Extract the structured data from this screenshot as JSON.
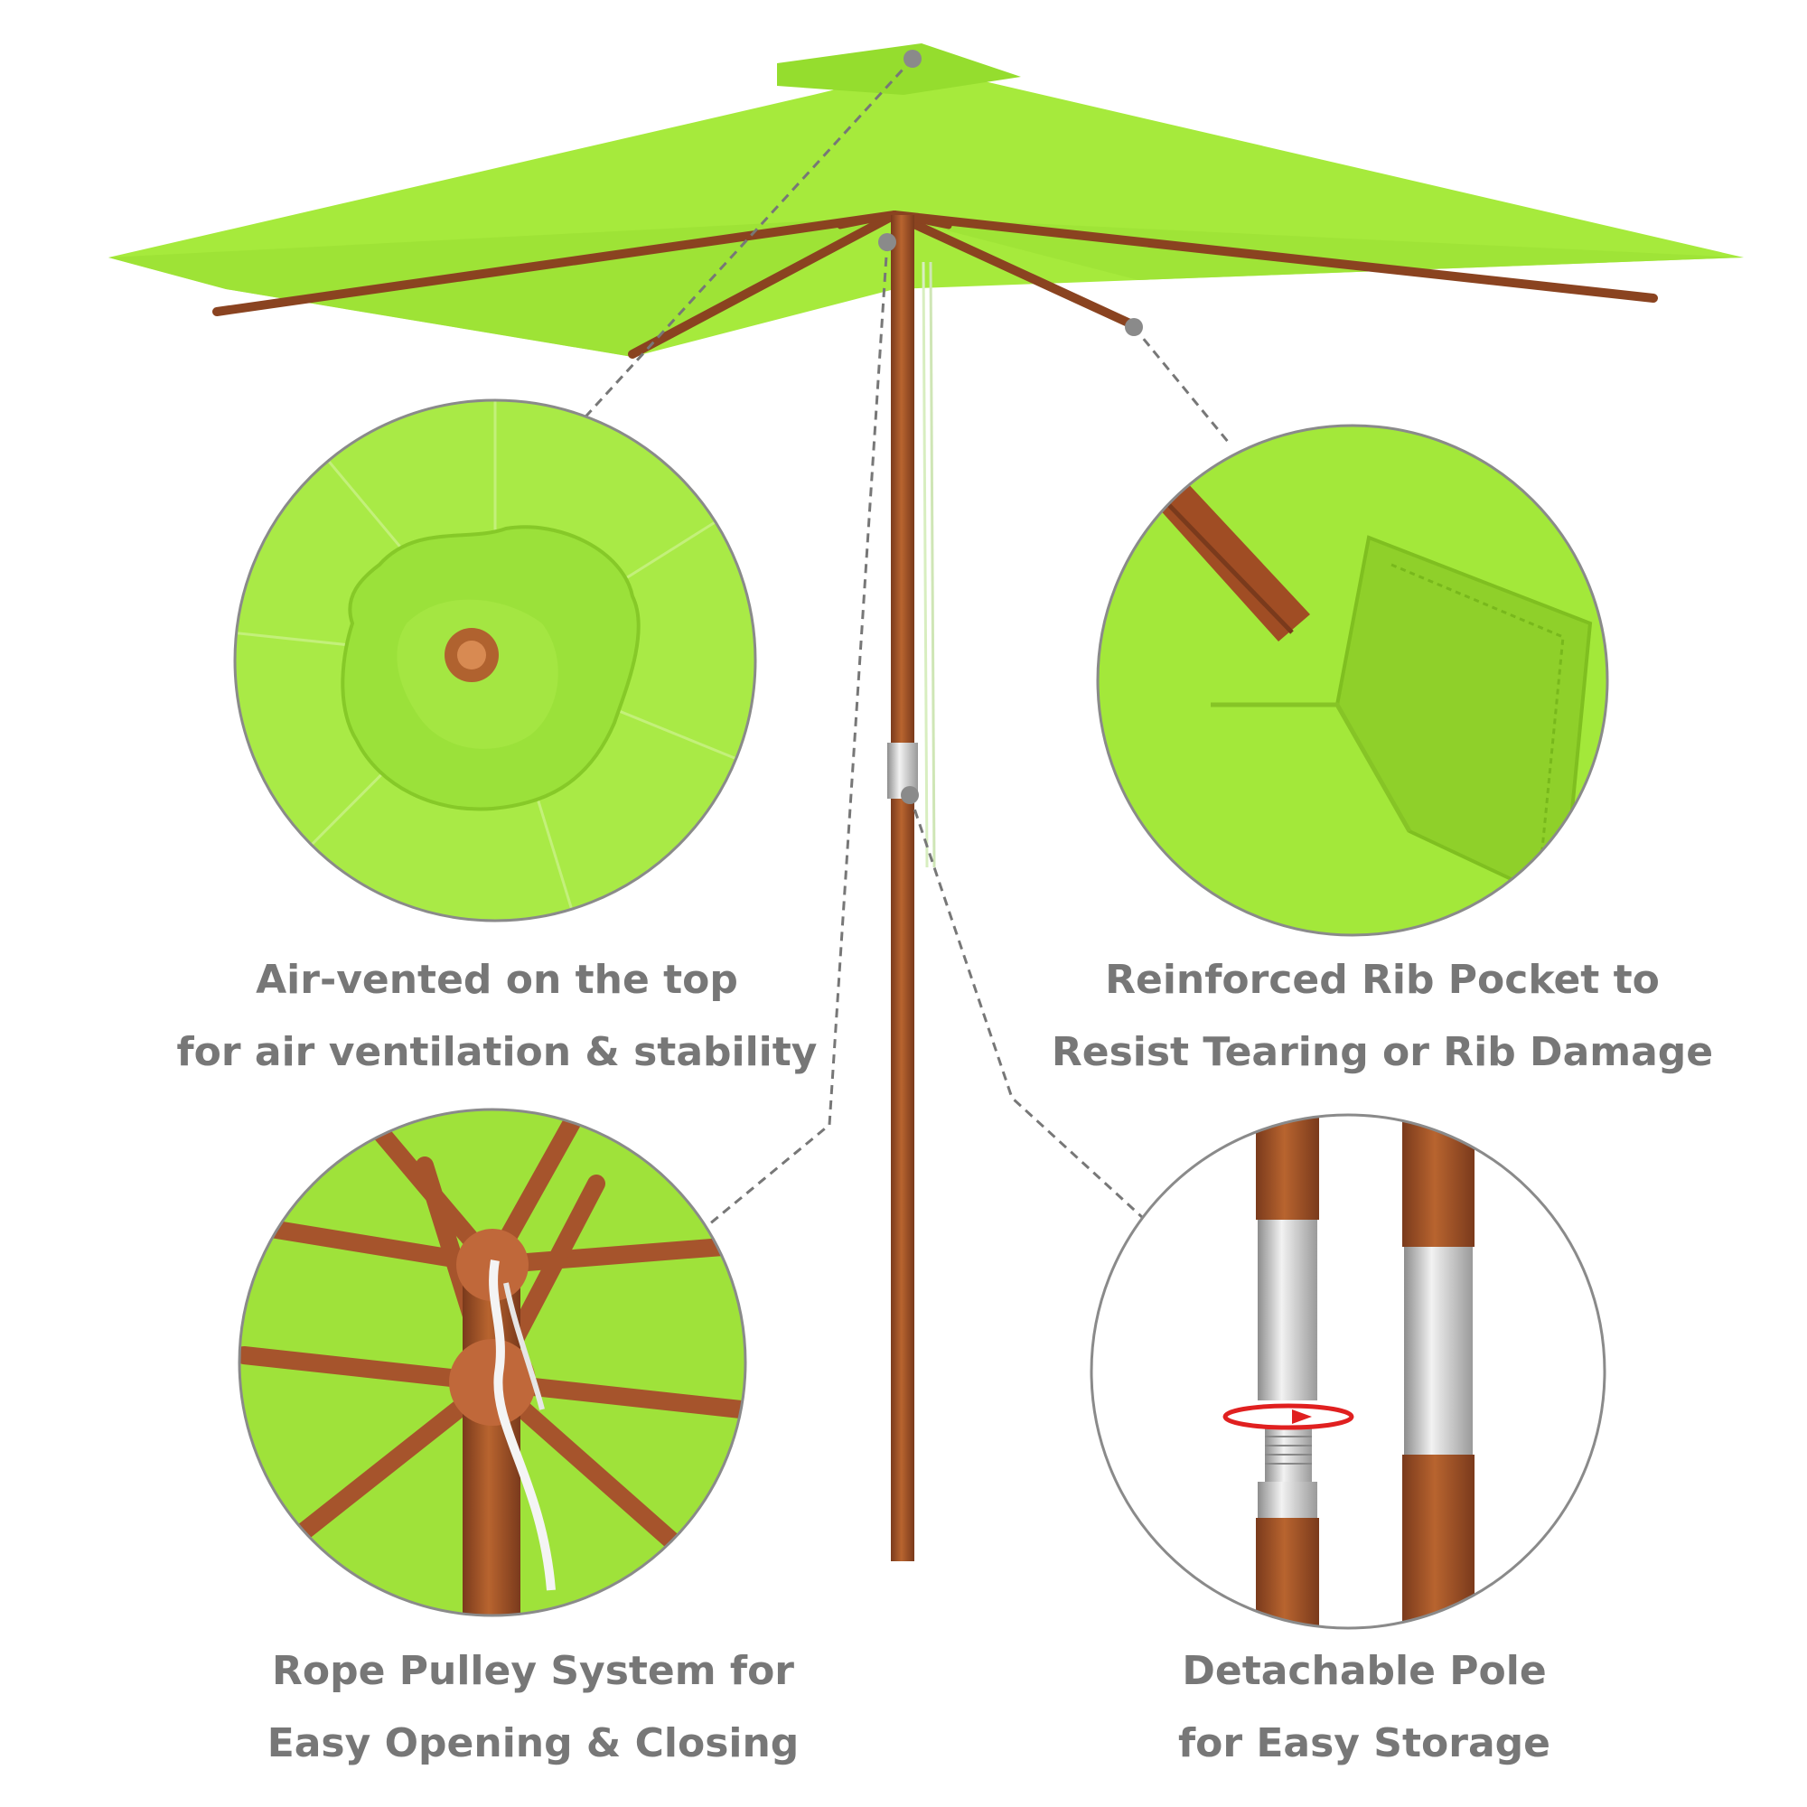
{
  "features": [
    {
      "id": "air-vent",
      "lines": [
        "Air-vented on the top",
        "for air ventilation & stability"
      ]
    },
    {
      "id": "rib-pocket",
      "lines": [
        "Reinforced Rib Pocket to",
        "Resist Tearing or Rib Damage"
      ]
    },
    {
      "id": "rope-pulley",
      "lines": [
        "Rope Pulley System for",
        "Easy Opening & Closing"
      ]
    },
    {
      "id": "detachable",
      "lines": [
        "Detachable Pole",
        "for Easy Storage"
      ]
    }
  ],
  "colors": {
    "canopy": "#a6ea3c",
    "canopy_shade": "#8fd82a",
    "wood": "#a6542c",
    "wood_dark": "#7a3a1c",
    "metal": "#c8c8c8",
    "caption": "#777777",
    "circle_border": "#8a8a8a",
    "leader": "#777777"
  }
}
